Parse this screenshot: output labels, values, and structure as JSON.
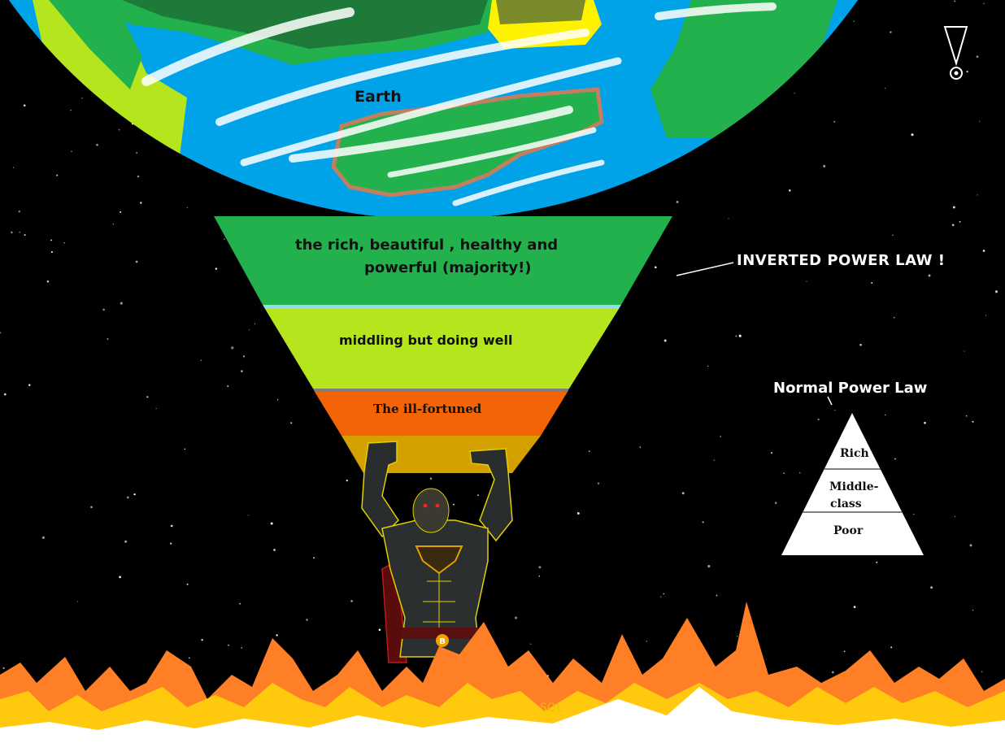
{
  "earth": {
    "label": "Earth"
  },
  "inverted_pyramid": {
    "tiers": [
      {
        "line1": "the rich, beautiful , healthy and",
        "line2": "powerful (majority!)",
        "color": "#22b14c"
      },
      {
        "label": "middling but doing well",
        "color": "#b5e61d"
      },
      {
        "label": "The ill-fortuned",
        "color": "#f26405"
      },
      {
        "label": "",
        "color": "#d4a000"
      }
    ],
    "title": "INVERTED POWER LAW !"
  },
  "normal_pyramid": {
    "title": "Normal Power Law",
    "tiers": {
      "top": "Rich",
      "middle_line1": "Middle-",
      "middle_line2": "class",
      "bottom": "Poor"
    }
  },
  "figure": {
    "emblem": "superhero-atlas",
    "belt_symbol": "B"
  },
  "fire": {
    "label": "SOL"
  },
  "colors": {
    "space": "#000000",
    "ocean": "#00a2e8",
    "land": "#22b14c",
    "fire_orange": "#ff7f27",
    "fire_yellow": "#ffc90e"
  }
}
